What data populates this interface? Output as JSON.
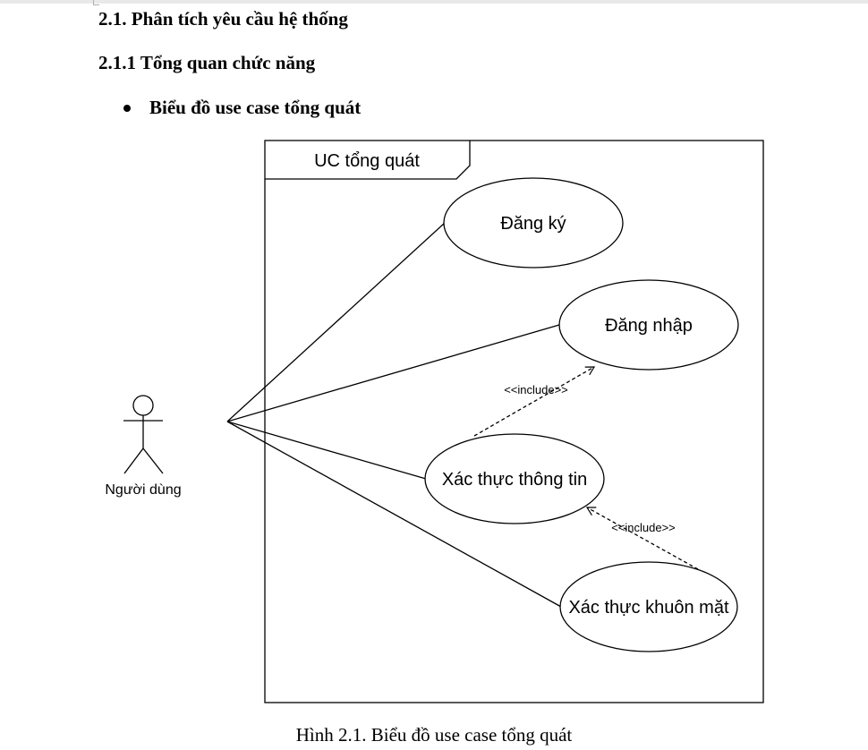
{
  "document": {
    "section_heading": "2.1. Phân tích yêu cầu hệ thống",
    "subsection_heading": "2.1.1 Tổng quan chức năng",
    "bullet_item": "Biểu đồ use case tổng quát",
    "figure_caption": "Hình 2.1. Biểu đồ use case tổng quát"
  },
  "diagram": {
    "frame_title": "UC tổng quát",
    "actor": {
      "label": "Người dùng"
    },
    "use_cases": {
      "register": "Đăng ký",
      "login": "Đăng nhập",
      "verify_info": "Xác thực thông tin",
      "face_verify": "Xác thực khuôn mặt"
    },
    "relations": {
      "include_login": "<<include>>",
      "include_verify": "<<include>>"
    },
    "colors": {
      "stroke": "#000000",
      "background": "#ffffff"
    }
  }
}
